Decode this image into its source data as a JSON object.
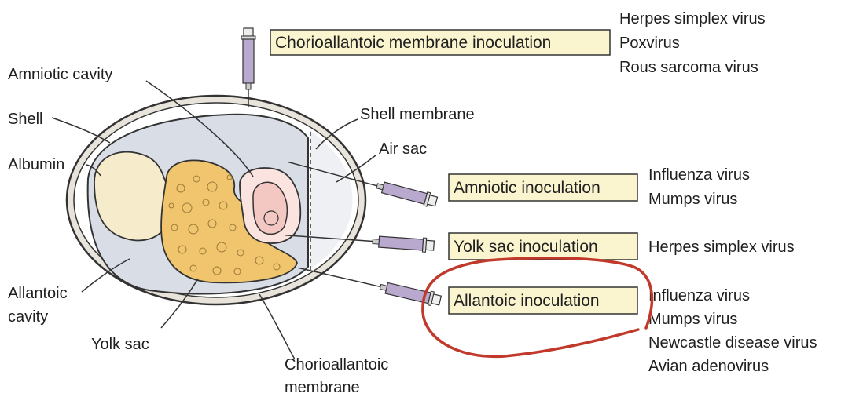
{
  "labels": {
    "amniotic_cavity": "Amniotic cavity",
    "shell": "Shell",
    "albumin": "Albumin",
    "shell_membrane": "Shell membrane",
    "air_sac": "Air sac",
    "allantoic_cavity_1": "Allantoic",
    "allantoic_cavity_2": "cavity",
    "yolk_sac": "Yolk sac",
    "chorioallantoic_membrane_1": "Chorioallantoic",
    "chorioallantoic_membrane_2": "membrane"
  },
  "inoculations": [
    {
      "label": "Chorioallantoic membrane inoculation",
      "viruses": [
        "Herpes simplex virus",
        "Poxvirus",
        "Rous sarcoma virus"
      ]
    },
    {
      "label": "Amniotic inoculation",
      "viruses": [
        "Influenza virus",
        "Mumps virus"
      ]
    },
    {
      "label": "Yolk sac inoculation",
      "viruses": [
        "Herpes simplex virus"
      ]
    },
    {
      "label": "Allantoic inoculation",
      "viruses": [
        "Influenza virus",
        "Mumps virus",
        "Newcastle disease virus",
        "Avian adenovirus"
      ]
    }
  ],
  "colors": {
    "shell": "#e8e4dc",
    "albumin": "#f6eccb",
    "allantoic_fluid": "#d8dde6",
    "yolk": "#f0c56e",
    "embryo": "#f3c7c2",
    "label_box": "#fbf5cf",
    "syringe": "#b9a9cf",
    "annotation_circle": "#c0392b"
  }
}
